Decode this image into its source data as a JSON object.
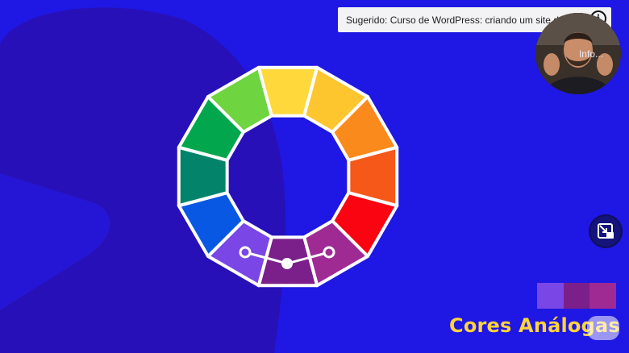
{
  "suggestion": {
    "text": "Sugerido: Curso de WordPress: criando um site do zero",
    "info_glyph": "i"
  },
  "avatar": {
    "label": "Info..."
  },
  "wheel": {
    "segment_colors": [
      "#ffd93b",
      "#fdc62f",
      "#fb8a1c",
      "#f6581a",
      "#fb0411",
      "#9f2a94",
      "#7b1f8a",
      "#7a46e6",
      "#0858e4",
      "#03846a",
      "#02a74d",
      "#6ed43f"
    ],
    "selected_segments": 3
  },
  "swatches": [
    "#7a46e6",
    "#7b1f8a",
    "#9f2a94"
  ],
  "caption": "Cores Análogas",
  "colors": {
    "background": "#1f17e3",
    "background_shape": "#2810b8",
    "caption": "#ffd43a",
    "wheel_outline": "#ffffff"
  },
  "icons": {
    "info": "info-circle-icon",
    "pip": "picture-in-picture-icon"
  }
}
